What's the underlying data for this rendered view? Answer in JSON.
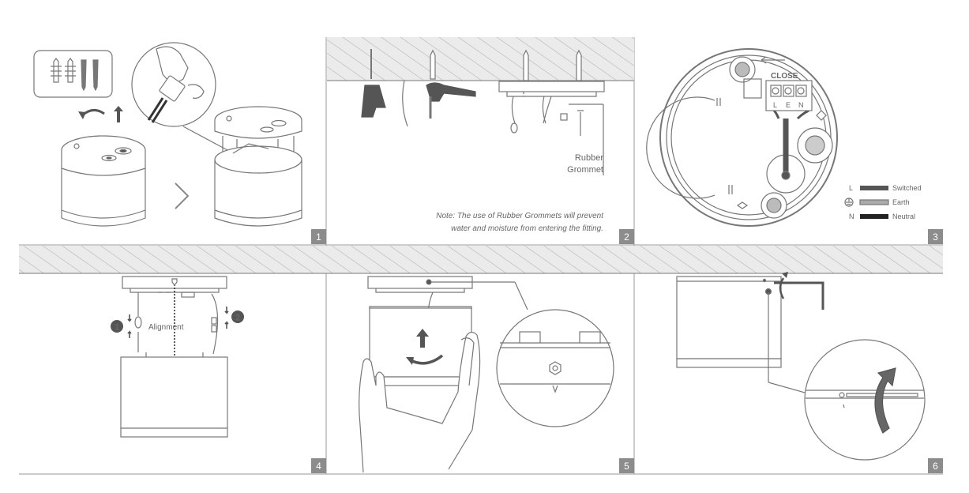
{
  "panels": [
    {
      "step": "1"
    },
    {
      "step": "2",
      "labels": {
        "grommet_line1": "Rubber",
        "grommet_line2": "Grommet"
      },
      "note_line1": "Note: The use of Rubber Grommets will prevent",
      "note_line2": "water and moisture from entering the fitting."
    },
    {
      "step": "3",
      "close_label": "CLOSE",
      "terminals": [
        "L",
        "E",
        "N"
      ],
      "legend": [
        {
          "symbol": "L",
          "label": "Switched",
          "color": "#555555"
        },
        {
          "symbol": "earth-symbol",
          "label": "Earth",
          "color": "#aaaaaa"
        },
        {
          "symbol": "N",
          "label": "Neutral",
          "color": "#222222"
        }
      ]
    },
    {
      "step": "4",
      "alignment_label": "Alignment",
      "callout_1": "1",
      "callout_2": "2"
    },
    {
      "step": "5"
    },
    {
      "step": "6"
    }
  ],
  "colors": {
    "line": "#777777",
    "badge": "#8c8c8c",
    "ceiling_fill": "#e6e6e6",
    "dark": "#555555"
  }
}
